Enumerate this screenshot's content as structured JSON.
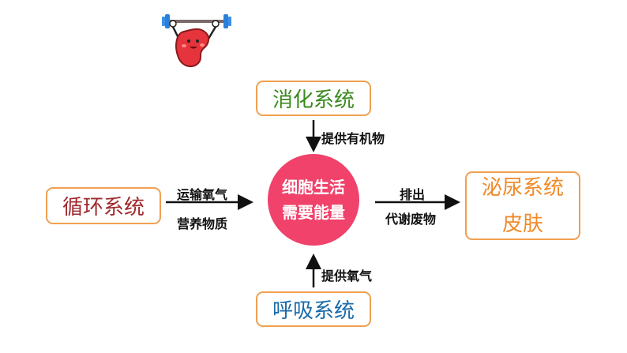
{
  "center": {
    "line1": "细胞生活",
    "line2": "需要能量"
  },
  "boxes": {
    "top": "消化系统",
    "left": "循环系统",
    "right_line1": "泌尿系统",
    "right_line2": "皮肤",
    "bottom": "呼吸系统"
  },
  "labels": {
    "top": "提供有机物",
    "left_line1": "运输氧气",
    "left_line2": "营养物质",
    "right_line1": "排出",
    "right_line2": "代谢废物",
    "bottom": "提供氧气"
  },
  "colors": {
    "box_border": "#f0a050",
    "center_fill": "#f0426a",
    "top_text": "#3a8a1e",
    "left_text": "#a0282c",
    "right_text": "#f08a2a",
    "bottom_text": "#1a6aa8"
  },
  "icons": {
    "mascot": "kidney-lifting-dumbbell"
  }
}
